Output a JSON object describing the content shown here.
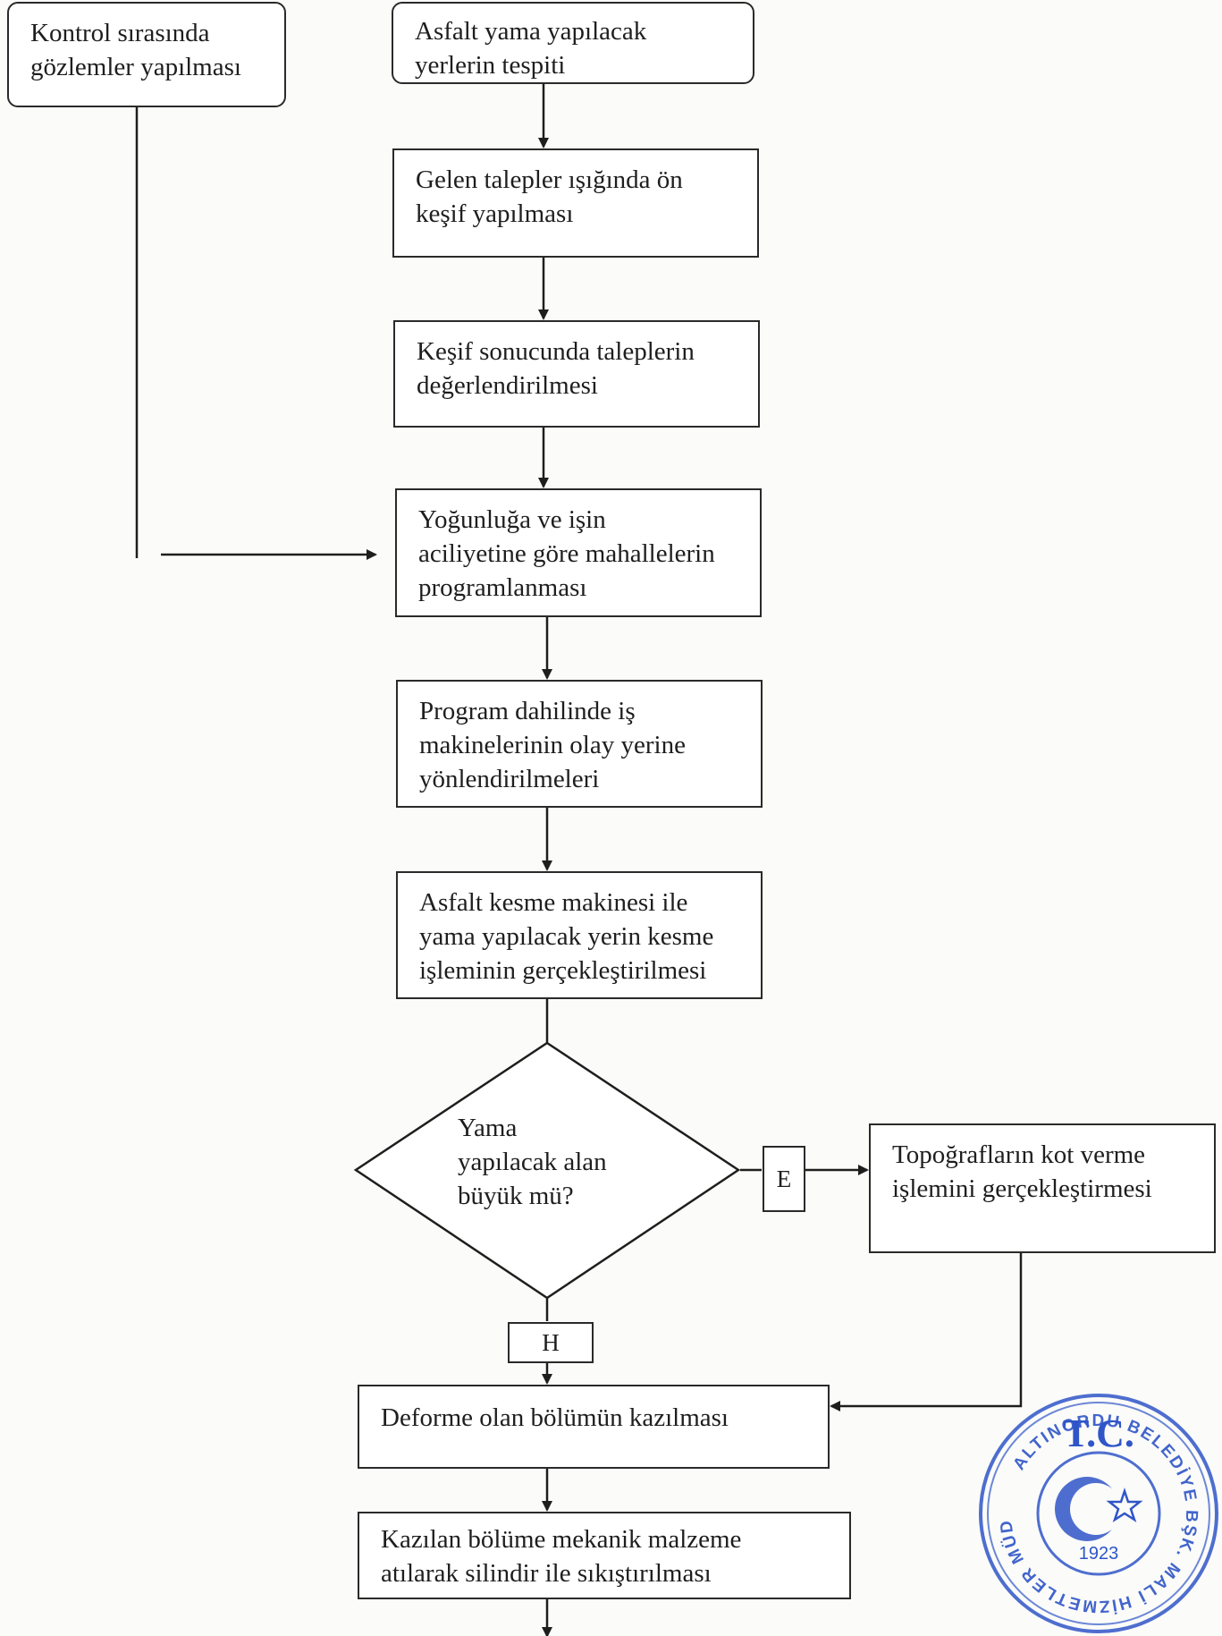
{
  "flow": {
    "observation": "Kontrol sırasında\ngözlemler yapılması",
    "start": "Asfalt yama yapılacak\nyerlerin tespiti",
    "step1": "Gelen talepler ışığında ön\nkeşif yapılması",
    "step2": "Keşif sonucunda taleplerin\ndeğerlendirilmesi",
    "step3": "Yoğunluğa ve işin\naciliyetine göre mahallelerin\nprogramlanması",
    "step4": "Program dahilinde iş\nmakinelerinin olay yerine\nyönlendirilmeleri",
    "step5": "Asfalt kesme makinesi ile\nyama yapılacak yerin kesme\nişleminin gerçekleştirilmesi",
    "decision": "Yama\nyapılacak alan\nbüyük mü?",
    "yes_label": "E",
    "no_label": "H",
    "yes_step": "Topoğrafların kot verme\nişlemini gerçekleştirmesi",
    "step6": "Deforme olan bölümün kazılması",
    "step7": "Kazılan bölüme mekanik malzeme\natılarak silindir ile sıkıştırılması"
  },
  "seal": {
    "top_text": "T.C.",
    "ring_text": "ALTINORDU BELEDİYE BŞK. MALİ HİZMETLER MÜDÜRLÜĞÜ",
    "year": "1923",
    "color": "#2f55c8"
  }
}
